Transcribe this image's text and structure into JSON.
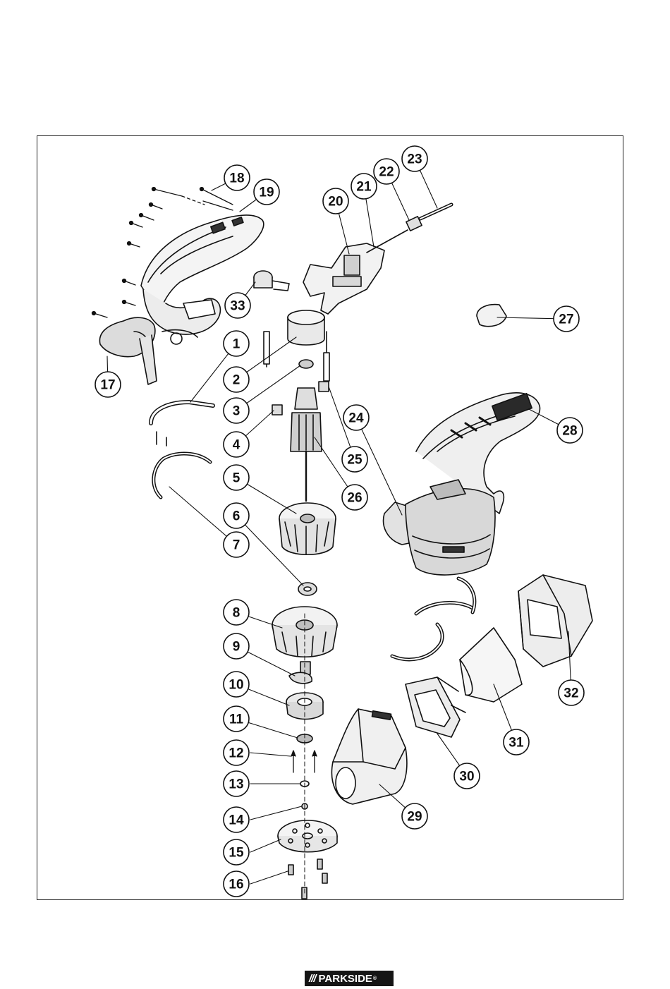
{
  "diagram": {
    "callouts": [
      {
        "label": "1"
      },
      {
        "label": "2"
      },
      {
        "label": "3"
      },
      {
        "label": "4"
      },
      {
        "label": "5"
      },
      {
        "label": "6"
      },
      {
        "label": "7"
      },
      {
        "label": "8"
      },
      {
        "label": "9"
      },
      {
        "label": "10"
      },
      {
        "label": "11"
      },
      {
        "label": "12"
      },
      {
        "label": "13"
      },
      {
        "label": "14"
      },
      {
        "label": "15"
      },
      {
        "label": "16"
      },
      {
        "label": "17"
      },
      {
        "label": "18"
      },
      {
        "label": "19"
      },
      {
        "label": "20"
      },
      {
        "label": "21"
      },
      {
        "label": "22"
      },
      {
        "label": "23"
      },
      {
        "label": "24"
      },
      {
        "label": "25"
      },
      {
        "label": "26"
      },
      {
        "label": "27"
      },
      {
        "label": "28"
      },
      {
        "label": "29"
      },
      {
        "label": "30"
      },
      {
        "label": "31"
      },
      {
        "label": "32"
      },
      {
        "label": "33"
      }
    ]
  },
  "brand": {
    "slashes": "///",
    "name": "PARKSIDE",
    "trademark": "®"
  }
}
